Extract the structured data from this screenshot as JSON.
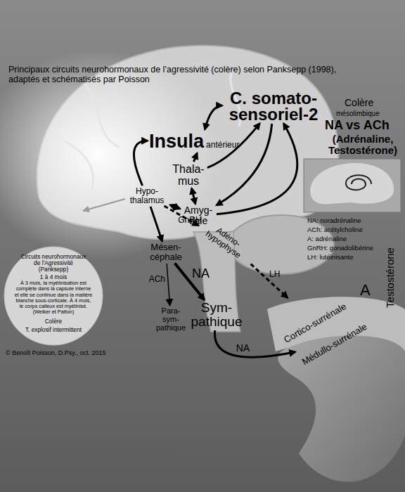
{
  "diagram": {
    "title": "Principaux circuits neurohormonaux de l’agressivité (colère) selon Panksepp (1998), adaptés et schématisés par Poisson",
    "nodes": [
      {
        "text": [
          "C. somato-sensoriel-2"
        ]
      },
      {
        "text": [
          "Insula",
          "antérieur"
        ]
      },
      {
        "text": [
          "Thala-mus"
        ]
      },
      {
        "text": [
          "Hypo-thalamus"
        ]
      },
      {
        "text": [
          "Amyg-dale"
        ]
      },
      {
        "text": [
          "Mésen-céphale"
        ]
      },
      {
        "text": [
          "Adéno-hypophyse"
        ]
      },
      {
        "text": [
          "Para-sym-pathique"
        ]
      },
      {
        "text": [
          "Sym-pathique"
        ]
      },
      {
        "text": [
          "Cortico-surrénale"
        ]
      },
      {
        "text": [
          "Médullo-surrénale"
        ]
      },
      {
        "text": [
          "Circuits neurohormonaux de l’Agressivité (Panksepp)",
          "1 à 4 mois",
          "À 3 mois, la myélinisation est complète dans la capsule interne et elle se continue dans la matière blanche sous-corticale. À 4 mois, le corps calleux est myélinisé. (Welker et Patton)",
          "Colère",
          "T. explosif intermittent"
        ]
      }
    ],
    "edges": [
      {
        "from": 1,
        "to": 0,
        "arrow": "both"
      },
      {
        "from": 2,
        "to": 1,
        "arrow": "to"
      },
      {
        "from": 2,
        "to": 0,
        "arrow": "to"
      },
      {
        "from": 2,
        "to": 4,
        "arrow": "both"
      },
      {
        "from": 3,
        "to": 4,
        "arrow": "both"
      },
      {
        "from": 3,
        "to": 1,
        "arrow": "to"
      },
      {
        "from": 4,
        "to": 0,
        "arrow": "to"
      },
      {
        "from": 0,
        "to": 4,
        "arrow": "to"
      },
      {
        "from": 3,
        "to": 6,
        "label": "GnRH",
        "arrow": "to"
      },
      {
        "from": 3,
        "to": 5,
        "arrow": "to"
      },
      {
        "from": 5,
        "to": 7,
        "label": "ACh",
        "arrow": "to"
      },
      {
        "from": 5,
        "to": 8,
        "label": "NA",
        "arrow": "to"
      },
      {
        "from": 6,
        "to": 9,
        "label": "LH",
        "arrow": "to"
      },
      {
        "from": 8,
        "to": 10,
        "label": "NA",
        "arrow": "to"
      }
    ],
    "labels": [
      "Colère",
      "mésolimbique",
      "NA vs ACh",
      "(Adrénaline, Testostérone)",
      "NA: noradrénaline",
      "ACh: acétylcholine",
      "A: adrénaline",
      "GnRH: gonadolibérine",
      "LH: lutéinisante",
      "Testostérone",
      "A",
      "© Benoît Poisson, D.Psy., oct. 2015"
    ]
  }
}
